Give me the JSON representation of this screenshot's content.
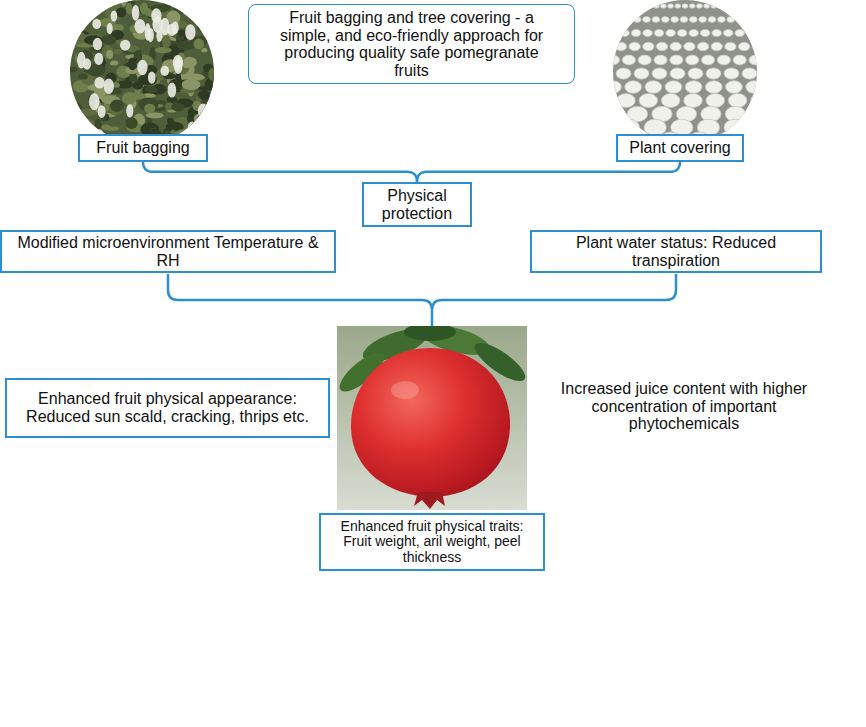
{
  "diagram": {
    "nodes": [
      {
        "text": [
          "Fruit bagging and tree covering - a simple, and eco-friendly approach for producing quality safe pomegranate fruits"
        ]
      },
      {
        "text": [
          "Fruit bagging"
        ]
      },
      {
        "text": [
          "Plant covering"
        ]
      },
      {
        "text": [
          "Physical protection"
        ]
      },
      {
        "text": [
          "Modified microenvironment Temperature & RH"
        ]
      },
      {
        "text": [
          "Plant water status: Reduced transpiration"
        ]
      },
      {
        "text": [
          "Enhanced fruit physical appearance: Reduced sun scald, cracking, thrips etc."
        ]
      },
      {
        "text": [
          "Enhanced fruit physical traits: Fruit weight, aril weight, peel thickness"
        ]
      }
    ],
    "edges": [
      {
        "from": 1,
        "to": 3,
        "arrow": "none"
      },
      {
        "from": 2,
        "to": 3,
        "arrow": "none"
      }
    ],
    "labels": [
      "Increased juice content with higher concentration of important phytochemicals"
    ]
  }
}
